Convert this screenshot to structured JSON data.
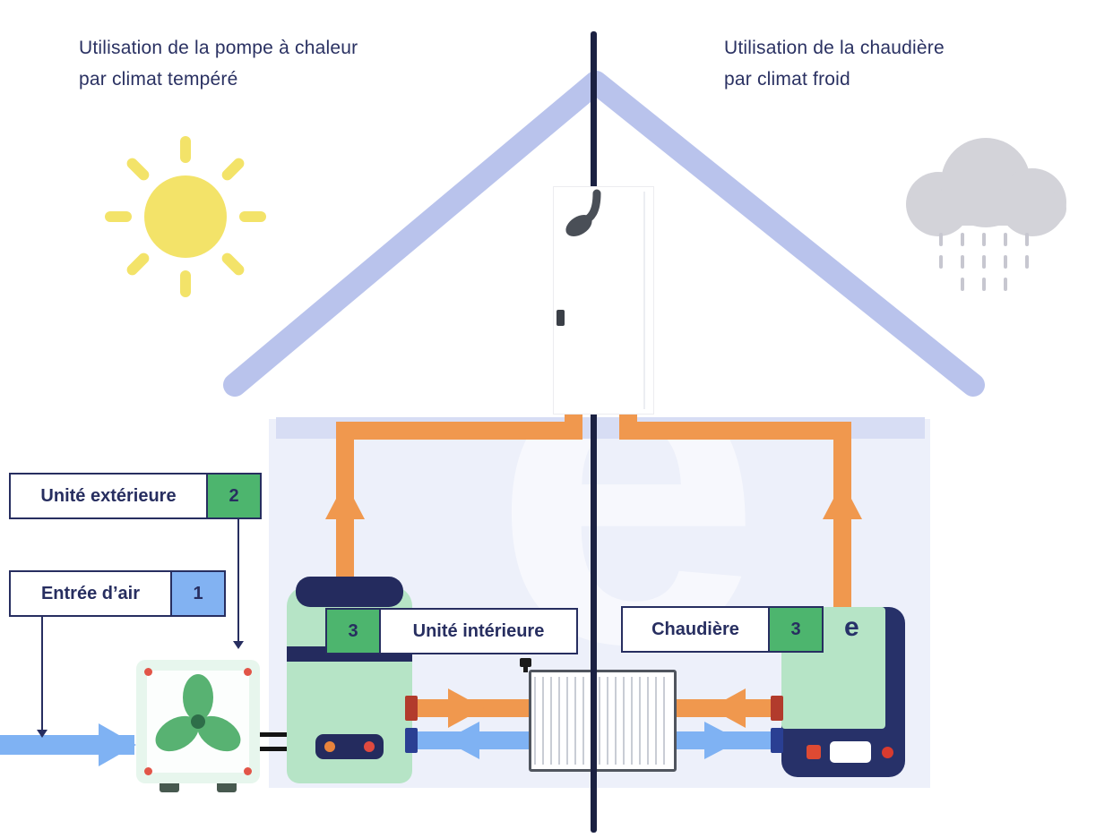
{
  "titles": {
    "left": {
      "line1": "Utilisation de la pompe à chaleur",
      "line2": "par climat tempéré"
    },
    "right": {
      "line1": "Utilisation de la chaudière",
      "line2": "par climat froid"
    }
  },
  "callouts": {
    "outdoor_unit": {
      "label": "Unité extérieure",
      "number": "2"
    },
    "air_intake": {
      "label": "Entrée d’air",
      "number": "1"
    },
    "indoor_unit": {
      "label": "Unité intérieure",
      "number": "3"
    },
    "boiler": {
      "label": "Chaudière",
      "number": "3"
    }
  },
  "boiler": {
    "logo": "e"
  },
  "watermark": "e",
  "colors": {
    "navy": "#272e60",
    "divider": "#1b2142",
    "hot_pipe_orange": "#f0984e",
    "cold_pipe_blue": "#7fb2f3",
    "number_green": "#4db56e",
    "number_blue": "#82b2f2",
    "unit_green": "#b6e4c6",
    "roof": "#b9c3ec",
    "house_fill": "#edf0fa",
    "ceiling_band": "#d7ddf4",
    "sun_yellow": "#f3e369",
    "cloud_gray": "#d3d3d9"
  }
}
